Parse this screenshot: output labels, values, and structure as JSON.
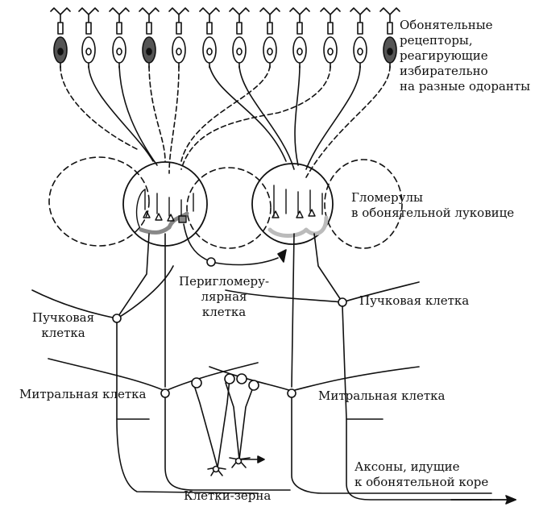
{
  "labels": {
    "receptors": [
      "Обонятельные",
      "рецепторы,",
      "реагирующие",
      "избирательно",
      "на разные одоранты"
    ],
    "glomeruli": [
      "Гломерулы",
      "в обонятельной луковице"
    ],
    "periglomerular": [
      "Перигломеру-",
      "лярная",
      "клетка"
    ],
    "tufted_left": [
      "Пучковая",
      "клетка"
    ],
    "tufted_right": "Пучковая клетка",
    "mitral_left": "Митральная клетка",
    "mitral_right": "Митральная клетка",
    "granule": "Клетки-зерна",
    "axons": [
      "Аксоны, идущие",
      "к обонятельной коре"
    ]
  },
  "colors": {
    "ink": "#111111",
    "receptor_fill": "#d9d9d9",
    "receptor_dark": "#555555",
    "glomerulus_left_fill": "#9a9a9a",
    "glomerulus_right_fill": "#dddddd"
  }
}
